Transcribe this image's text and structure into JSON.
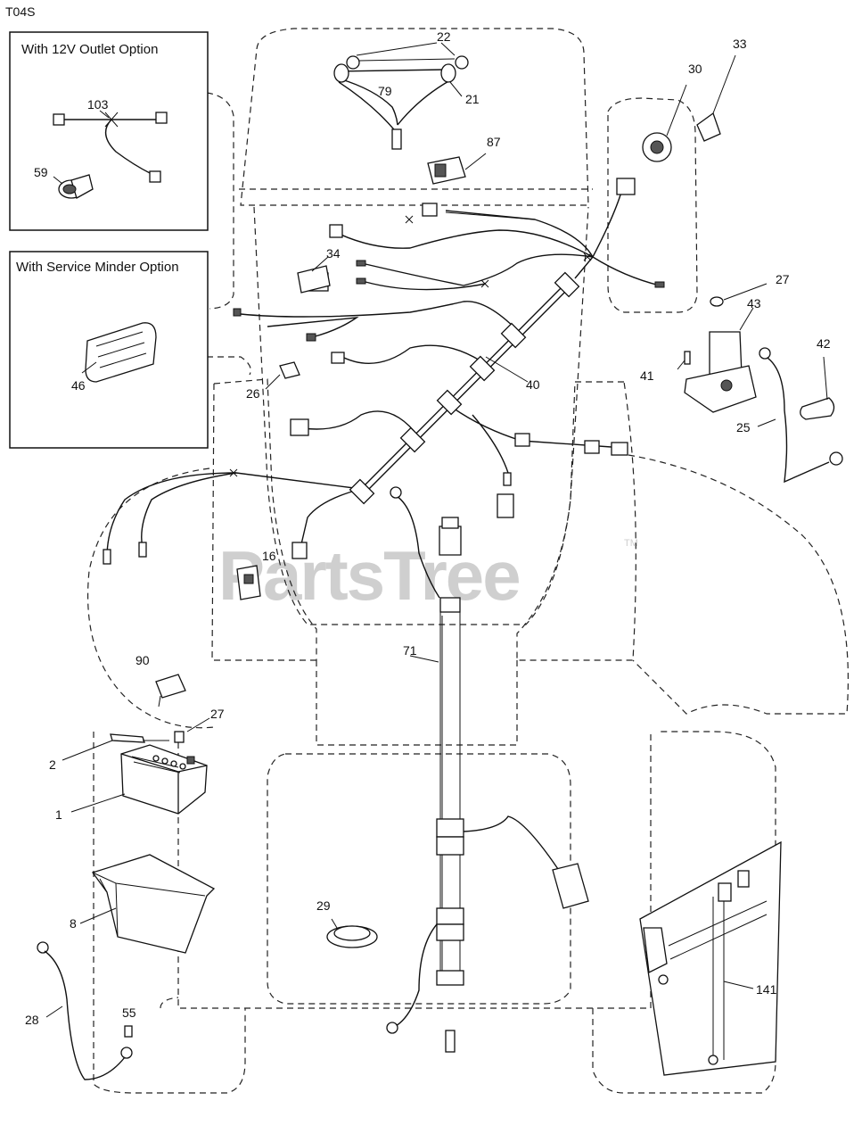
{
  "diagram_id": "T04S",
  "options": {
    "outlet_12v": "With 12V Outlet Option",
    "service_minder": "With Service Minder Option"
  },
  "watermark": {
    "brand": "PartsTree",
    "trademark": "TM"
  },
  "callouts": {
    "p1": "1",
    "p2": "2",
    "p8": "8",
    "p16": "16",
    "p21": "21",
    "p22": "22",
    "p25": "25",
    "p26": "26",
    "p27a": "27",
    "p27b": "27",
    "p28": "28",
    "p29": "29",
    "p30": "30",
    "p33": "33",
    "p34": "34",
    "p40": "40",
    "p41": "41",
    "p42": "42",
    "p43": "43",
    "p46": "46",
    "p55": "55",
    "p59": "59",
    "p71": "71",
    "p79": "79",
    "p87": "87",
    "p90": "90",
    "p103": "103",
    "p141": "141"
  }
}
